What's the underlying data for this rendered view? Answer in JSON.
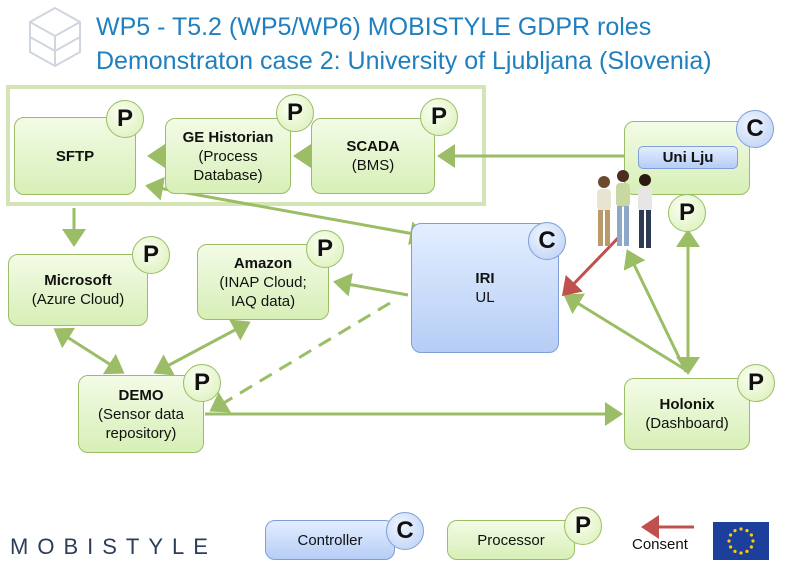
{
  "title_line1": "WP5 - T5.2 (WP5/WP6) MOBISTYLE GDPR roles",
  "title_line2": "Demonstraton case 2: University of Ljubljana (Slovenia)",
  "nodes": {
    "sftp": {
      "label": "SFTP",
      "badge": "P"
    },
    "ge_historian": {
      "label": "GE Historian",
      "sub1": "(Process",
      "sub2": "Database)",
      "badge": "P"
    },
    "scada": {
      "label": "SCADA",
      "sub1": "(BMS)",
      "badge": "P"
    },
    "uni_lju": {
      "label": "Uni Lju",
      "badge": "C",
      "badge2": "P"
    },
    "microsoft": {
      "label": "Microsoft",
      "sub1": "(Azure Cloud)",
      "badge": "P"
    },
    "amazon": {
      "label": "Amazon",
      "sub1": "(INAP Cloud;",
      "sub2": "IAQ data)",
      "badge": "P"
    },
    "iri": {
      "label": "IRI",
      "sub1": "UL",
      "badge": "C"
    },
    "demo": {
      "label": "DEMO",
      "sub1": "(Sensor data",
      "sub2": "repository)",
      "badge": "P"
    },
    "holonix": {
      "label": "Holonix",
      "sub1": "(Dashboard)",
      "badge": "P"
    }
  },
  "legend": {
    "controller_label": "Controller",
    "controller_badge": "C",
    "processor_label": "Processor",
    "processor_badge": "P",
    "consent_label": "Consent"
  },
  "logo": "MOBISTYLE",
  "colors": {
    "title": "#1f7fbf",
    "arrow_green": "#9bbd66",
    "arrow_red": "#c0504d",
    "eu_blue": "#1d3f9c",
    "eu_star": "#ffcc00"
  }
}
